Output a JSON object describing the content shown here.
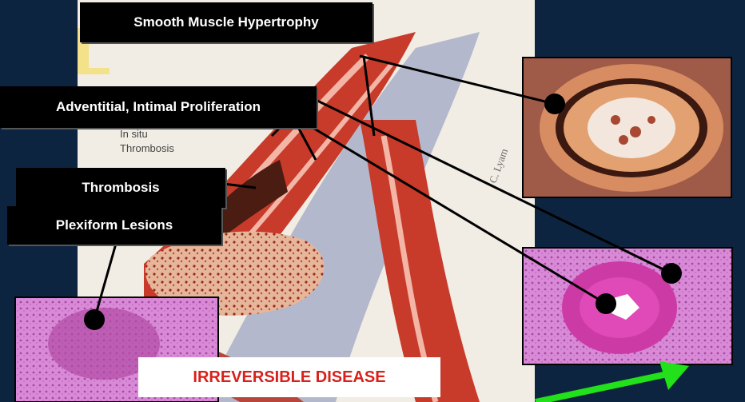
{
  "labels": {
    "smooth_muscle": "Smooth Muscle Hypertrophy",
    "adventitial": "Adventitial,  Intimal Proliferation",
    "thrombosis": "Thrombosis",
    "plexiform": "Plexiform Lesions",
    "in_situ": "In situ",
    "in_situ_thrombosis": "Thrombosis",
    "signature": "C. Lyam"
  },
  "banner": {
    "text": "IRREVERSIBLE DISEASE"
  },
  "colors": {
    "background": "#0d2440",
    "banner_text": "#d9201a",
    "arrow": "#22e01a",
    "label_bg": "#000000"
  }
}
